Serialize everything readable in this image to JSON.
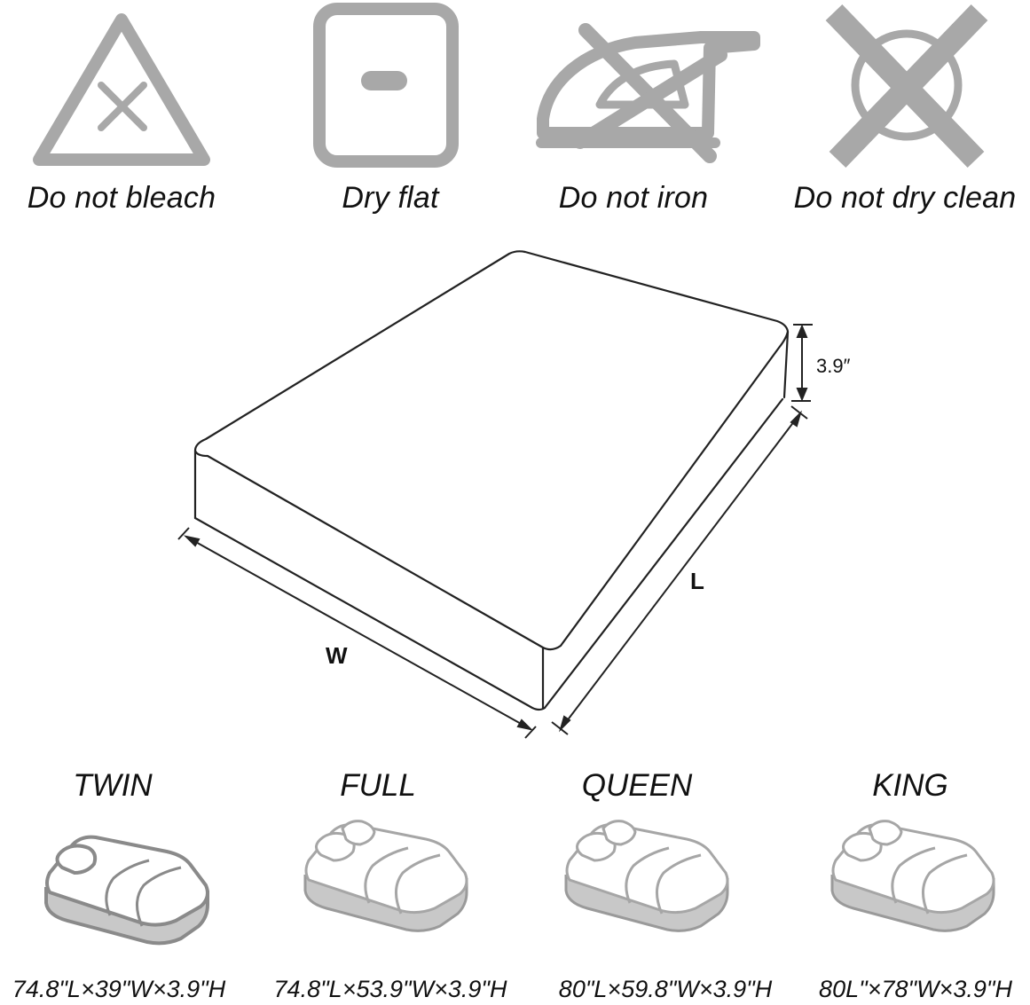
{
  "icon_color": "#a8a8a8",
  "line_color": "#222222",
  "care_instructions": [
    {
      "icon": "triangle-x-icon",
      "label": "Do not bleach"
    },
    {
      "icon": "square-dash-icon",
      "label": "Dry flat"
    },
    {
      "icon": "iron-crossed-icon",
      "label": "Do not iron"
    },
    {
      "icon": "circle-crossed-icon",
      "label": "Do not dry clean"
    }
  ],
  "mattress": {
    "width_label": "W",
    "length_label": "L",
    "height_label": "3.9″"
  },
  "sizes": [
    {
      "name": "TWIN",
      "dimensions": "74.8\"L×39\"W×3.9\"H",
      "icon": "bed-icon"
    },
    {
      "name": "FULL",
      "dimensions": "74.8\"L×53.9\"W×3.9\"H",
      "icon": "bed-icon"
    },
    {
      "name": "QUEEN",
      "dimensions": "80\"L×59.8\"W×3.9\"H",
      "icon": "bed-icon"
    },
    {
      "name": "KING",
      "dimensions": "80L\"×78\"W×3.9\"H",
      "icon": "bed-icon"
    }
  ]
}
